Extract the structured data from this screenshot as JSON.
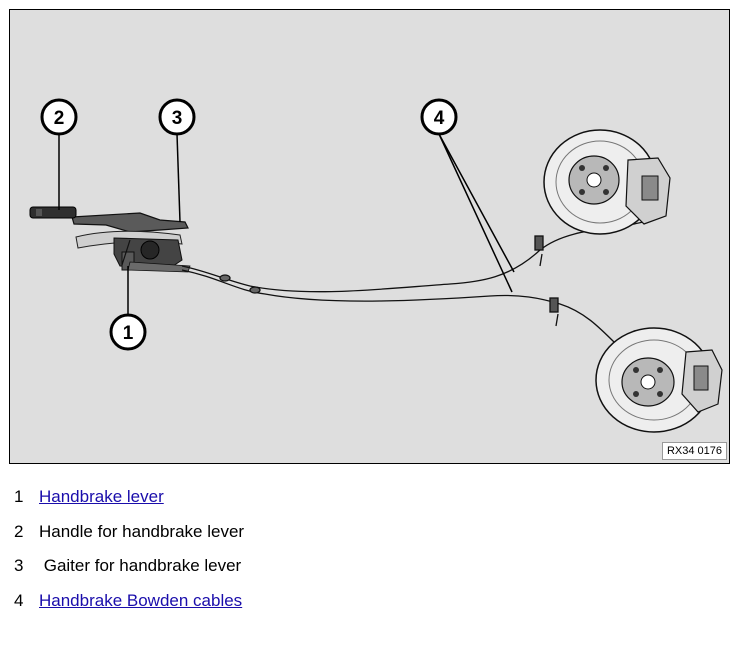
{
  "figure": {
    "code": "RX34 0176",
    "callouts": [
      "1",
      "2",
      "3",
      "4"
    ]
  },
  "legend": [
    {
      "number": "1",
      "text": "Handbrake lever",
      "link": true
    },
    {
      "number": "2",
      "text": "Handle for handbrake lever",
      "link": false
    },
    {
      "number": "3",
      "text": " Gaiter for handbrake lever",
      "link": false
    },
    {
      "number": "4",
      "text": "Handbrake Bowden cables",
      "link": true
    }
  ],
  "colors": {
    "background": "#dedede",
    "link": "#1a0dab",
    "line": "#000000"
  }
}
